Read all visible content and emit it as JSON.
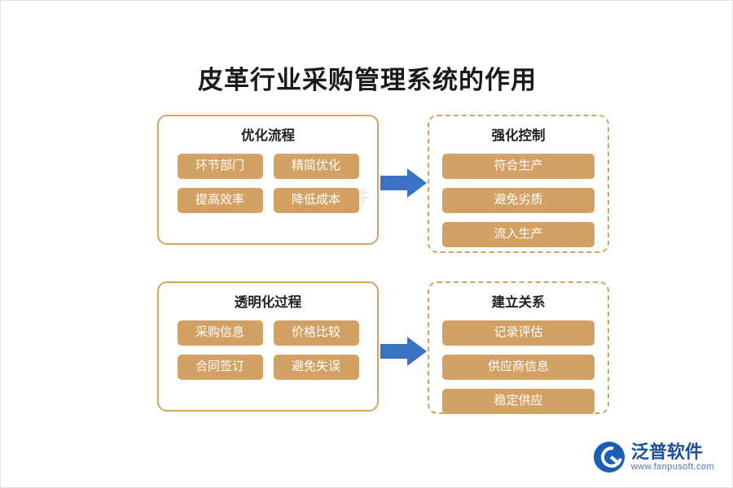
{
  "page": {
    "title": "皮革行业采购管理系统的作用",
    "watermark": "泛普软件"
  },
  "colors": {
    "chip_fill": "#d3a164",
    "box_border": "#d6a45f",
    "arrow": "#3b72c4",
    "logo_blue": "#1b4f9c",
    "title_color": "#1a1a1a"
  },
  "groups": [
    {
      "id": "optimize-process",
      "title": "优化流程",
      "border": "solid",
      "chips": [
        "环节部门",
        "精简优化",
        "提高效率",
        "降低成本"
      ],
      "chip_layout": "half"
    },
    {
      "id": "strengthen-control",
      "title": "强化控制",
      "border": "dashed",
      "chips": [
        "符合生产",
        "避免劣质",
        "流入生产"
      ],
      "chip_layout": "full"
    },
    {
      "id": "transparent-process",
      "title": "透明化过程",
      "border": "solid",
      "chips": [
        "采购信息",
        "价格比较",
        "合同签订",
        "避免失误"
      ],
      "chip_layout": "half"
    },
    {
      "id": "build-relationship",
      "title": "建立关系",
      "border": "dashed",
      "chips": [
        "记录评估",
        "供应商信息",
        "稳定供应"
      ],
      "chip_layout": "full"
    }
  ],
  "arrows": [
    {
      "id": "arrow-top",
      "direction": "right"
    },
    {
      "id": "arrow-bottom",
      "direction": "right"
    }
  ],
  "logo": {
    "name": "泛普软件",
    "url": "www.fanpusoft.com"
  }
}
